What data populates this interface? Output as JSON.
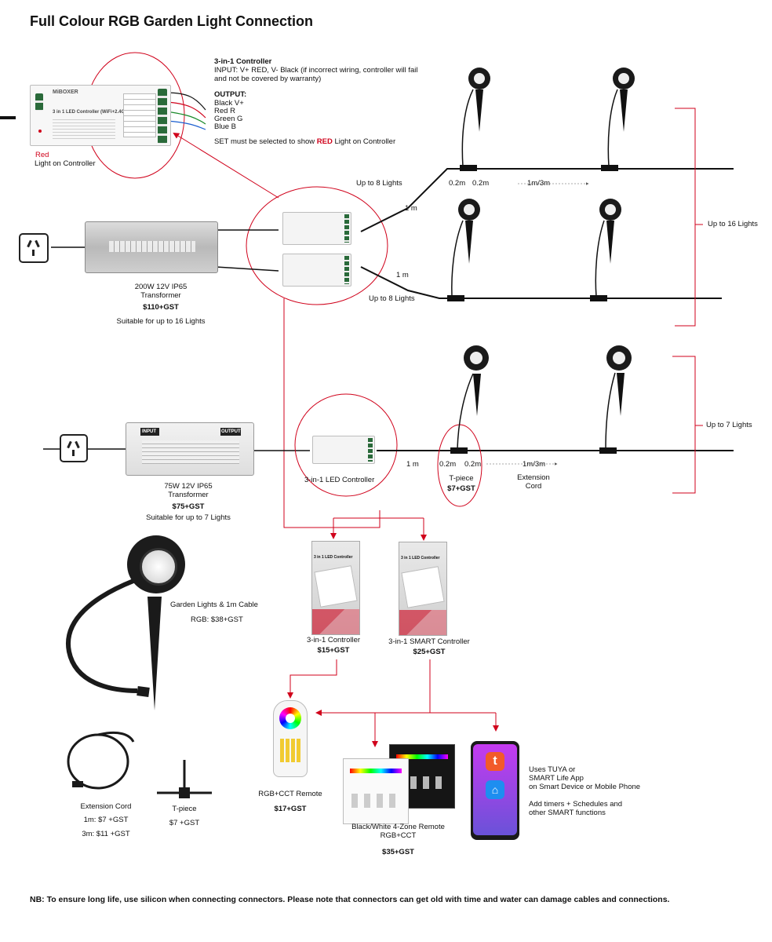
{
  "title": "Full Colour RGB Garden Light Connection",
  "controller_info": {
    "heading": "3-in-1 Controller",
    "input_line1": "INPUT: V+ RED, V- Black (if incorrect wiring, controller will fail",
    "input_line2": "and not be covered by warranty)",
    "output_heading": "OUTPUT:",
    "outputs": [
      "Black V+",
      "Red R",
      "Green G",
      "Blue B"
    ],
    "set_prefix": "SET must be selected to show",
    "set_red": "RED",
    "set_suffix": "Light on Controller",
    "red_label": "Red",
    "red_light_label": "Light on Controller",
    "device_brand": "MiBOXER",
    "device_name": "3 in 1 LED Controller (WiFi+2.4G)"
  },
  "system_200w": {
    "transformer_name": "200W 12V IP65",
    "transformer_type": "Transformer",
    "price": "$110+GST",
    "suitability": "Suitable for up to 16 Lights",
    "branch1": "Up to 8 Lights",
    "branch2": "Up to 8 Lights",
    "cable1": "1 m",
    "cable2": "1 m",
    "spacing_a": "0.2m",
    "spacing_b": "0.2m",
    "spacing_c": "1m/3m",
    "bracket": "Up to 16 Lights"
  },
  "system_75w": {
    "transformer_name": "75W 12V IP65",
    "transformer_type": "Transformer",
    "price": "$75+GST",
    "suitability": "Suitable for up to 7 Lights",
    "controller_label": "3-in-1 LED Controller",
    "cable": "1 m",
    "spacing_a": "0.2m",
    "spacing_b": "0.2m",
    "spacing_c": "1m/3m",
    "tpiece_label": "T-piece",
    "tpiece_price": "$7+GST",
    "extension_line1": "Extension",
    "extension_line2": "Cord",
    "bracket": "Up to 7 Lights",
    "psu_brand": "INPUT",
    "psu_out": "OUTPUT"
  },
  "products": {
    "garden_light": "Garden Lights & 1m Cable",
    "garden_light_price": "RGB: $38+GST",
    "controller": "3-in-1 Controller",
    "controller_price": "$15+GST",
    "smart_controller": "3-in-1 SMART Controller",
    "smart_controller_price": "$25+GST",
    "box_title1": "3 in 1 LED Controller",
    "box_title2": "3 in 1 LED Controller",
    "remote": "RGB+CCT Remote",
    "remote_price": "$17+GST",
    "wall_remote_line1": "Black/White 4-Zone Remote",
    "wall_remote_line2": "RGB+CCT",
    "wall_remote_price": "$35+GST",
    "app_line1": "Uses TUYA or",
    "app_line2": "SMART Life App",
    "app_line3": "on Smart Device or Mobile Phone",
    "app_line4": "Add timers + Schedules and",
    "app_line5": "other SMART functions",
    "extension_cord": "Extension Cord",
    "extension_price1": "1m: $7 +GST",
    "extension_price2": "3m: $11 +GST",
    "tpiece": "T-piece",
    "tpiece_price": "$7 +GST"
  },
  "footer_note": "NB: To ensure long life, use silicon when connecting connectors.  Please note that connectors can get old with time and water can damage cables and connections.",
  "colors": {
    "accent_red": "#d0021b",
    "wire": "#111111",
    "device": "#f4f4f4"
  }
}
